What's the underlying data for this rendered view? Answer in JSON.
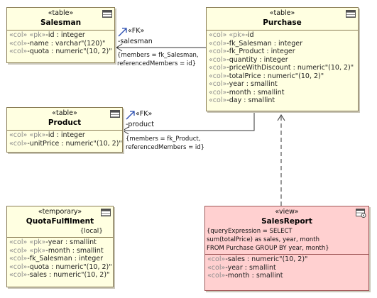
{
  "salesman": {
    "stereotype": "«table»",
    "name": "Salesman",
    "attrs": [
      {
        "stereo": "«col» «pk»",
        "text": "-id : integer"
      },
      {
        "stereo": "«col»",
        "text": "-name : varchar\"(120)\""
      },
      {
        "stereo": "«col»",
        "text": "-quota : numeric\"(10, 2)\""
      }
    ]
  },
  "purchase": {
    "stereotype": "«table»",
    "name": "Purchase",
    "attrs": [
      {
        "stereo": "«col» «pk»",
        "text": "-id"
      },
      {
        "stereo": "«col»",
        "text": "-fk_Salesman : integer"
      },
      {
        "stereo": "«col»",
        "text": "-fk_Product : integer"
      },
      {
        "stereo": "«col»",
        "text": "-quantity : integer"
      },
      {
        "stereo": "«col»",
        "text": "-priceWithDiscount : numeric\"(10, 2)\""
      },
      {
        "stereo": "«col»",
        "text": "-totalPrice : numeric\"(10, 2)\""
      },
      {
        "stereo": "«col»",
        "text": "-year : smallint"
      },
      {
        "stereo": "«col»",
        "text": "-month : smallint"
      },
      {
        "stereo": "«col»",
        "text": "-day : smallint"
      }
    ]
  },
  "product": {
    "stereotype": "«table»",
    "name": "Product",
    "attrs": [
      {
        "stereo": "«col» «pk»",
        "text": "-id : integer"
      },
      {
        "stereo": "«col»",
        "text": "-unitPrice : numeric\"(10, 2)\""
      }
    ]
  },
  "quota": {
    "stereotype": "«temporary»",
    "name": "QuotaFulfilment",
    "tag": "{local}",
    "attrs": [
      {
        "stereo": "«col» «pk»",
        "text": "-year : smallint"
      },
      {
        "stereo": "«col» «pk»",
        "text": "-month : smallint"
      },
      {
        "stereo": "«col»",
        "text": "-fk_Salesman : integer"
      },
      {
        "stereo": "«col»",
        "text": "-quota : numeric\"(10, 2)\""
      },
      {
        "stereo": "«col»",
        "text": "-sales : numeric\"(10, 2)\""
      }
    ]
  },
  "salesreport": {
    "stereotype": "«view»",
    "name": "SalesReport",
    "query": [
      "{queryExpression = SELECT",
      "sum(totalPrice) as sales, year, month",
      "FROM Purchase GROUP BY year, month}"
    ],
    "attrs": [
      {
        "stereo": "«col»",
        "text": "-sales : numeric\"(10, 2)\""
      },
      {
        "stereo": "«col»",
        "text": "-year : smallint"
      },
      {
        "stereo": "«col»",
        "text": "-month : smallint"
      }
    ]
  },
  "fk_salesman": {
    "stereotype": "«FK»",
    "role": "-salesman",
    "note": [
      "{members = fk_Salesman,",
      "referencedMembers = id}"
    ]
  },
  "fk_product": {
    "stereotype": "«FK»",
    "role": "-product",
    "note": [
      "{members = fk_Product,",
      "referencedMembers = id}"
    ]
  }
}
